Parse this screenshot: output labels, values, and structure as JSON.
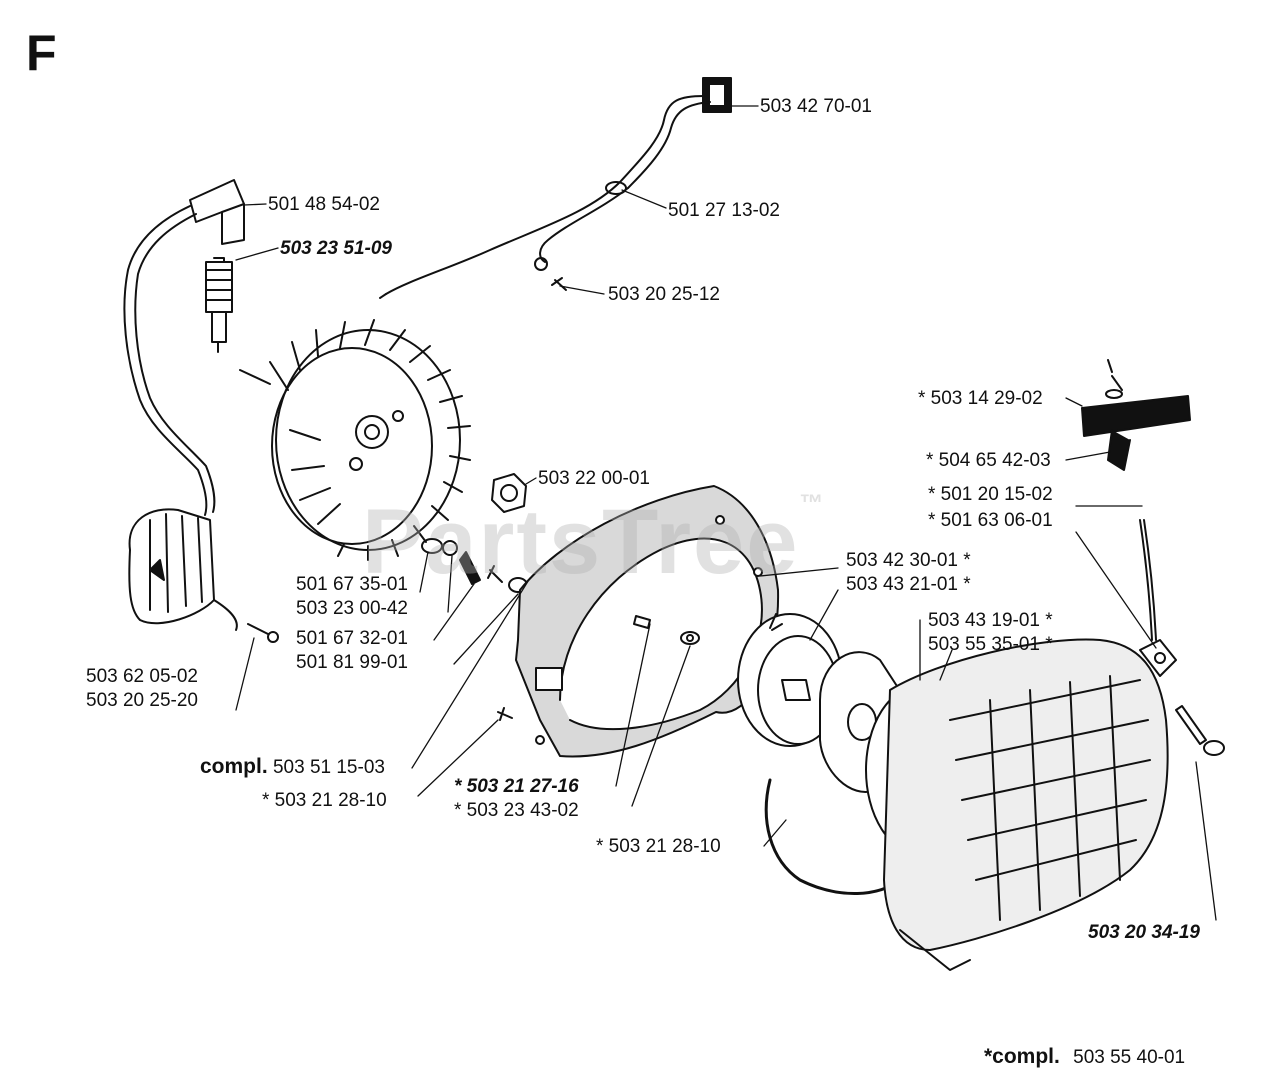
{
  "page": {
    "letter": "F",
    "watermark": "PartsTree",
    "watermark_tm": "™",
    "footer_prefix": "*compl.",
    "footer_number": "503 55 40-01"
  },
  "labels": [
    {
      "text": "503 42 70-01"
    },
    {
      "text": "501 48 54-02"
    },
    {
      "text": "501 27 13-02"
    },
    {
      "text": "503 23 51-09"
    },
    {
      "text": "503 20 25-12"
    },
    {
      "text": "* 503 14 29-02"
    },
    {
      "text": "503 22 00-01"
    },
    {
      "text": "* 504 65 42-03"
    },
    {
      "text": "* 501 20 15-02"
    },
    {
      "text": "* 501 63 06-01"
    },
    {
      "text": "503 42 30-01 *"
    },
    {
      "text": "503 43 21-01 *"
    },
    {
      "text": "501 67 35-01"
    },
    {
      "text": "503 23 00-42"
    },
    {
      "text": "501 67 32-01"
    },
    {
      "text": "501 81 99-01"
    },
    {
      "text": "503 43 19-01 *"
    },
    {
      "text": "503 55 35-01 *"
    },
    {
      "text": "503 62 05-02"
    },
    {
      "text": "503 20 25-20"
    },
    {
      "text": "compl.",
      "part2": "503 51 15-03"
    },
    {
      "text": "* 503 21 27-16"
    },
    {
      "text": "* 503 21 28-10"
    },
    {
      "text": "* 503 23 43-02"
    },
    {
      "text": "* 503 21 28-10"
    },
    {
      "text": "503 20 34-19"
    }
  ]
}
